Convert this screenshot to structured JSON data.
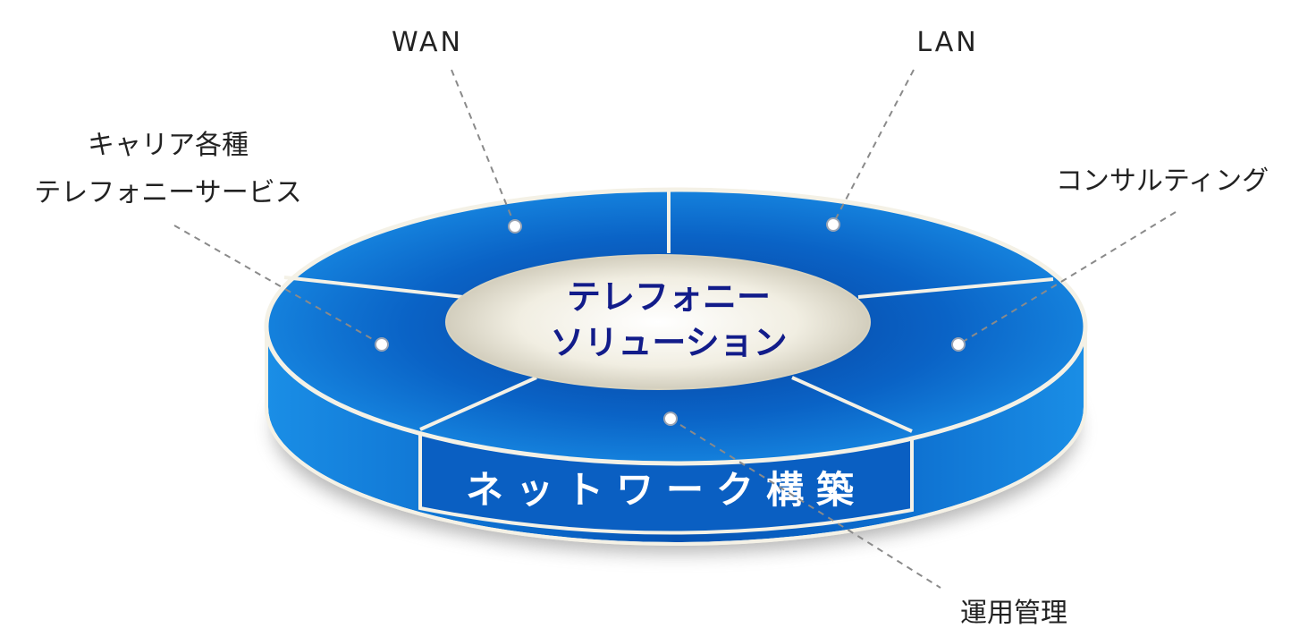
{
  "center": {
    "line1": "テレフォニー",
    "line2": "ソリューション"
  },
  "front_band": "ネットワーク構築",
  "segments": {
    "wan": "WAN",
    "lan": "LAN",
    "carrier_line1": "キャリア各種",
    "carrier_line2": "テレフォニーサービス",
    "consulting": "コンサルティング",
    "operations": "運用管理"
  },
  "colors": {
    "ring_blue": "#0b6ecf",
    "ring_blue_light": "#1a90e6",
    "center_text": "#121c8a",
    "rim": "#f4f1e6"
  }
}
